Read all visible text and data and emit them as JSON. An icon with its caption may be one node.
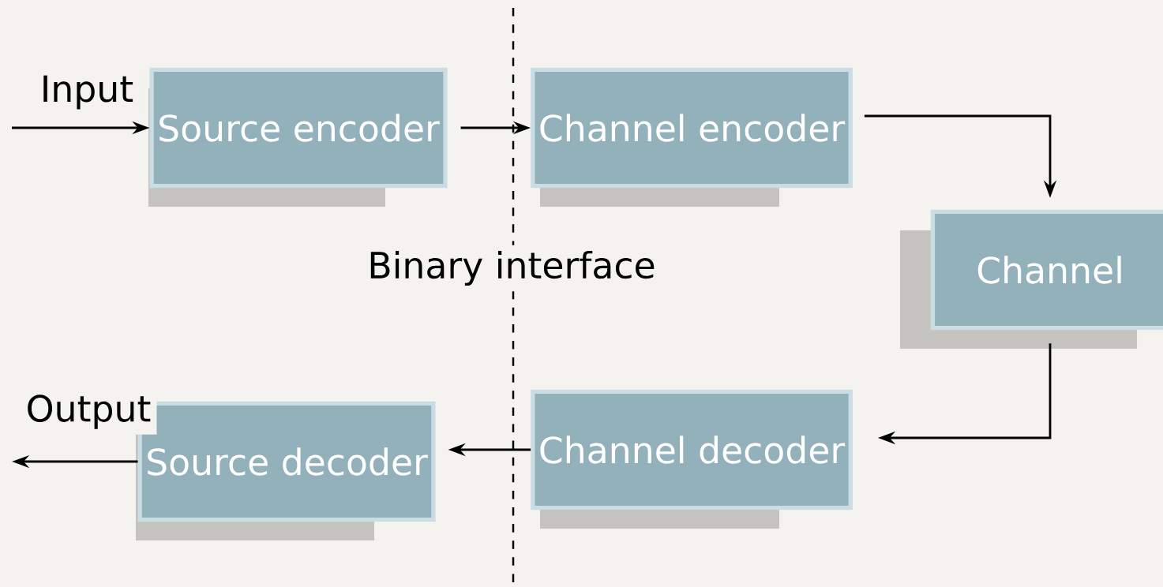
{
  "diagram": {
    "nodes": [
      {
        "text": [
          "Source encoder"
        ]
      },
      {
        "text": [
          "Channel encoder"
        ]
      },
      {
        "text": [
          "Channel"
        ]
      },
      {
        "text": [
          "Channel decoder"
        ]
      },
      {
        "text": [
          "Source decoder"
        ]
      }
    ],
    "edges": [
      {
        "from": null,
        "to": 0,
        "arrow": "to",
        "label": "Input"
      },
      {
        "from": 0,
        "to": 1,
        "arrow": "to"
      },
      {
        "from": 1,
        "to": 2,
        "arrow": "to"
      },
      {
        "from": 2,
        "to": 3,
        "arrow": "to"
      },
      {
        "from": 3,
        "to": 4,
        "arrow": "to"
      },
      {
        "from": 4,
        "to": null,
        "arrow": "to",
        "label": "Output"
      }
    ],
    "labels": [
      "Binary interface"
    ]
  }
}
